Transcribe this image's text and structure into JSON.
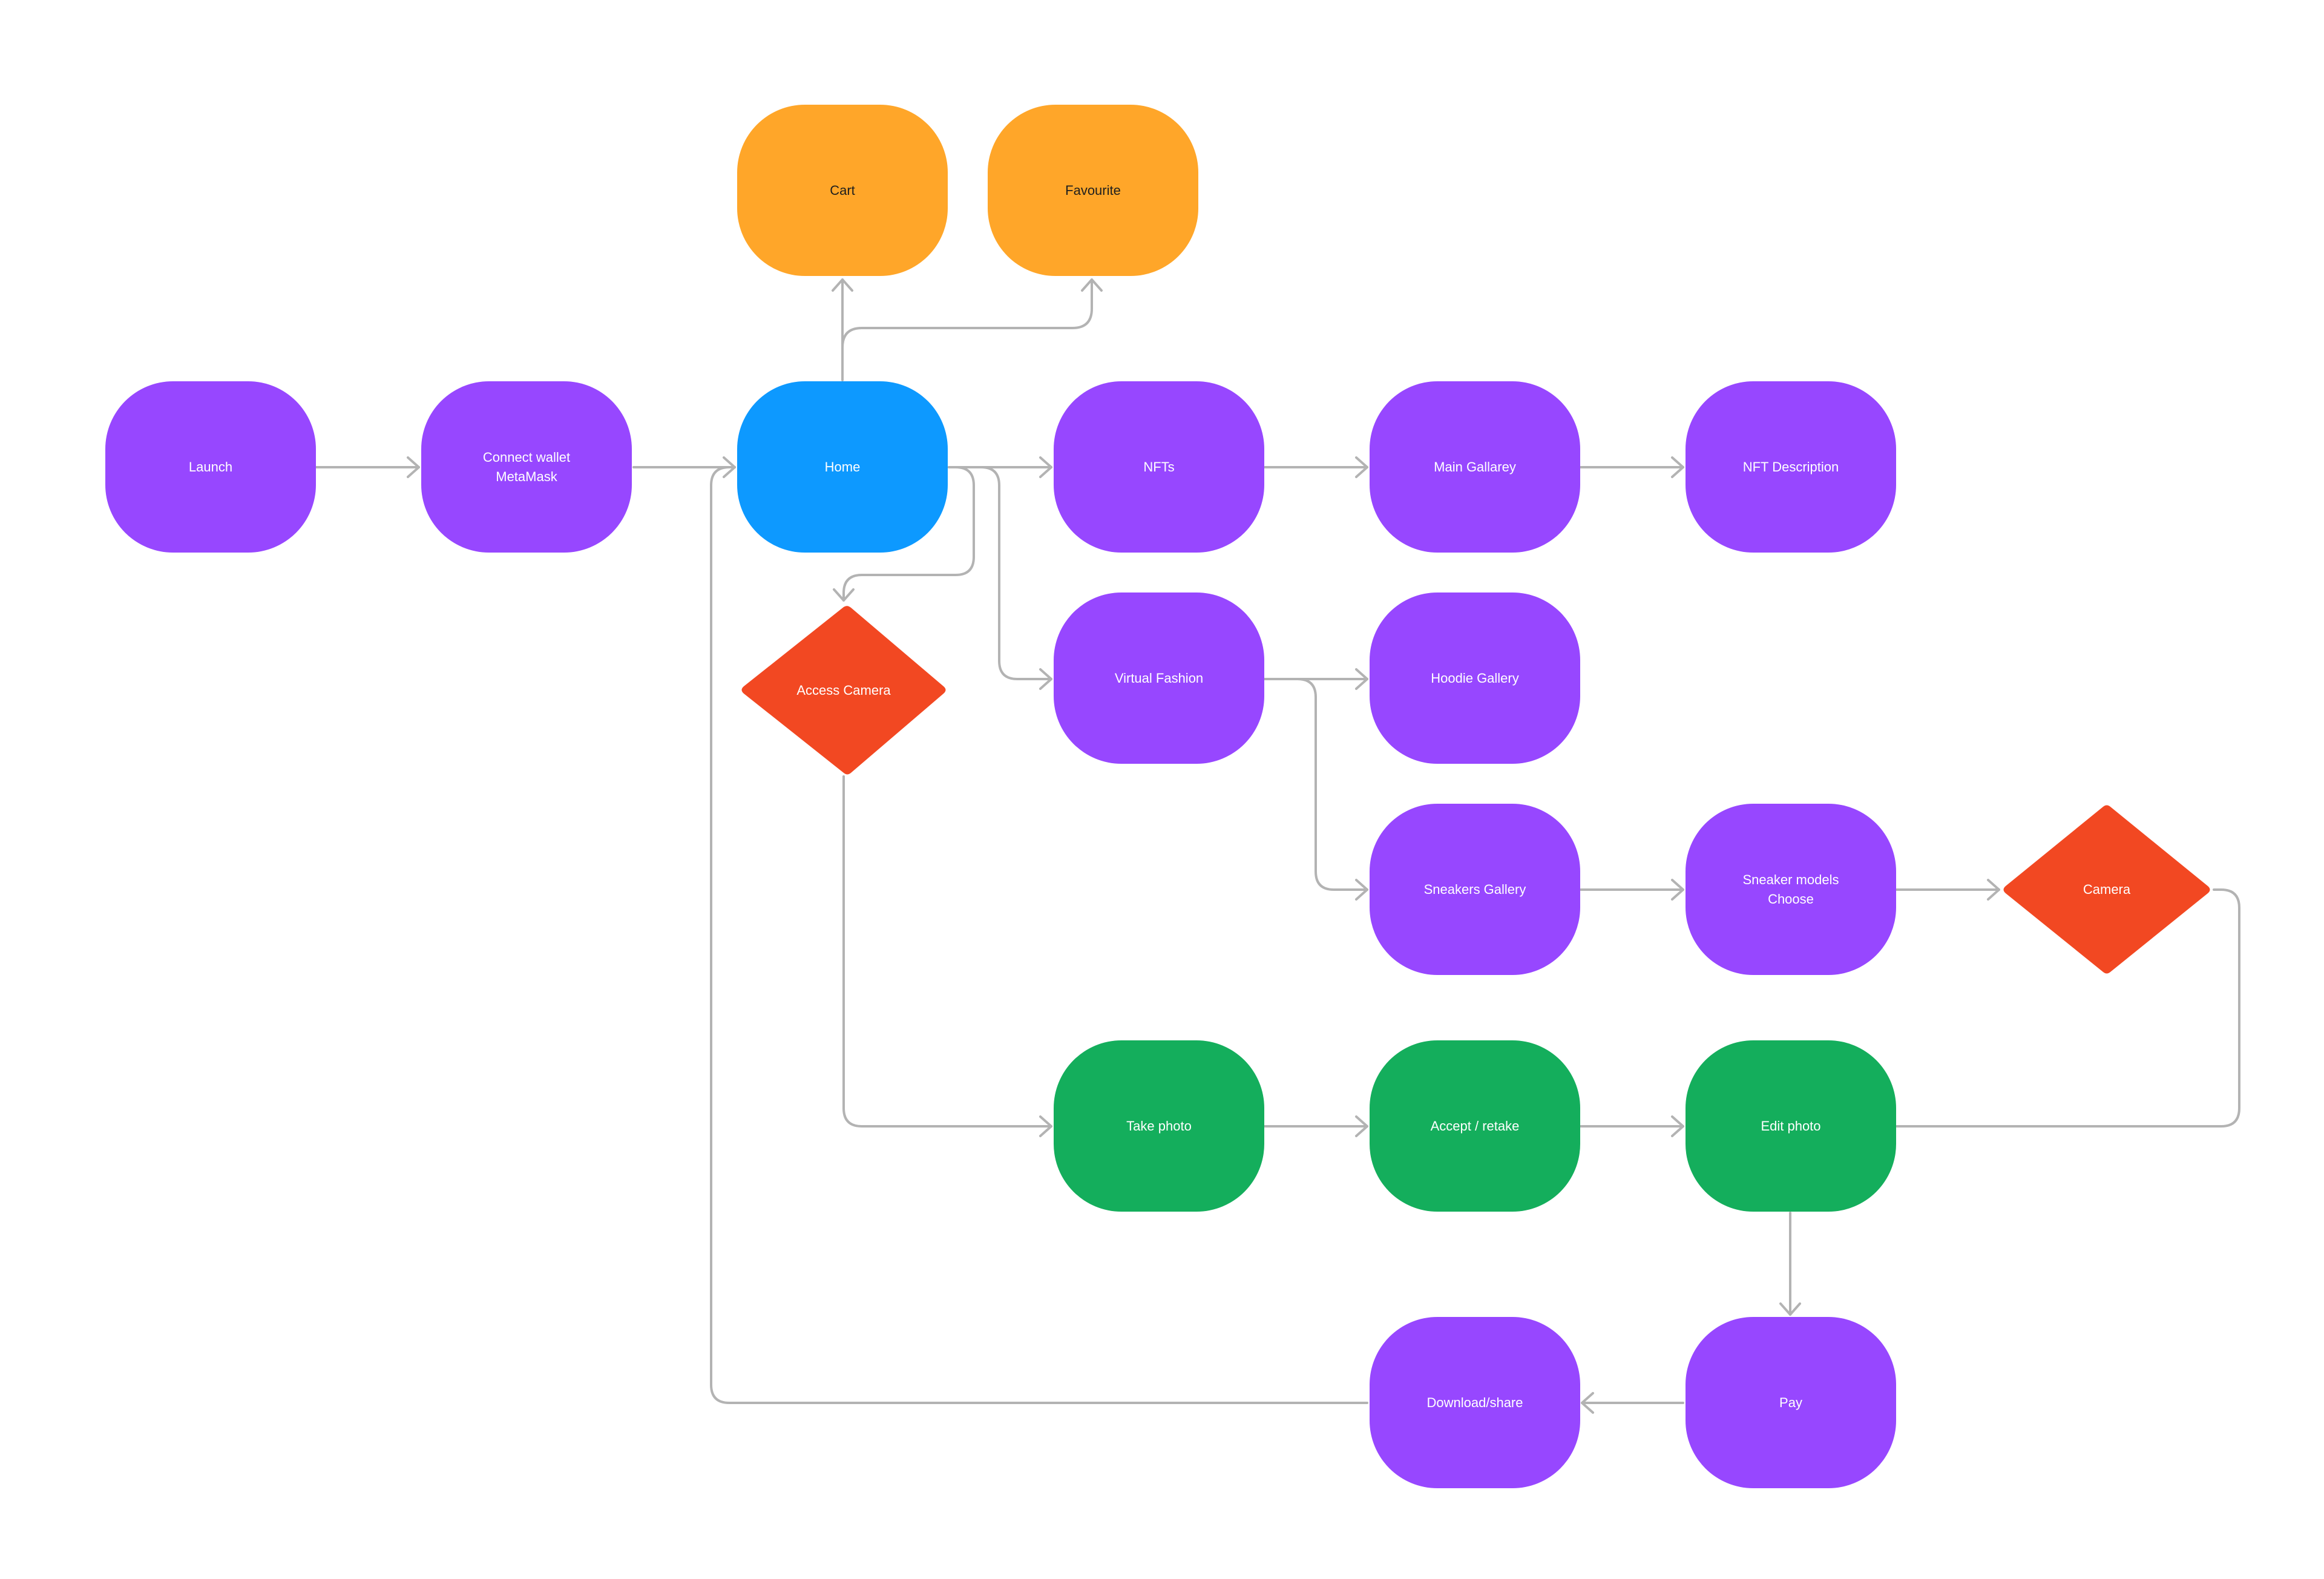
{
  "colors": {
    "purple": "#9747FF",
    "blue": "#0D99FF",
    "orange": "#FFA629",
    "green": "#14AE5C",
    "red": "#F24822",
    "connector": "#B3B3B3"
  },
  "nodes": {
    "launch": "Launch",
    "connect_wallet": "Connect wallet\nMetaMask",
    "home": "Home",
    "cart": "Cart",
    "favourite": "Favourite",
    "nfts": "NFTs",
    "main_gallery": "Main Gallarey",
    "nft_description": "NFT Description",
    "access_camera": "Access Camera",
    "virtual_fashion": "Virtual Fashion",
    "hoodie_gallery": "Hoodie Gallery",
    "sneakers_gallery": "Sneakers Gallery",
    "sneaker_models": "Sneaker models\nChoose",
    "camera": "Camera",
    "take_photo": "Take photo",
    "accept_retake": "Accept / retake",
    "edit_photo": "Edit photo",
    "pay": "Pay",
    "download_share": "Download/share"
  }
}
